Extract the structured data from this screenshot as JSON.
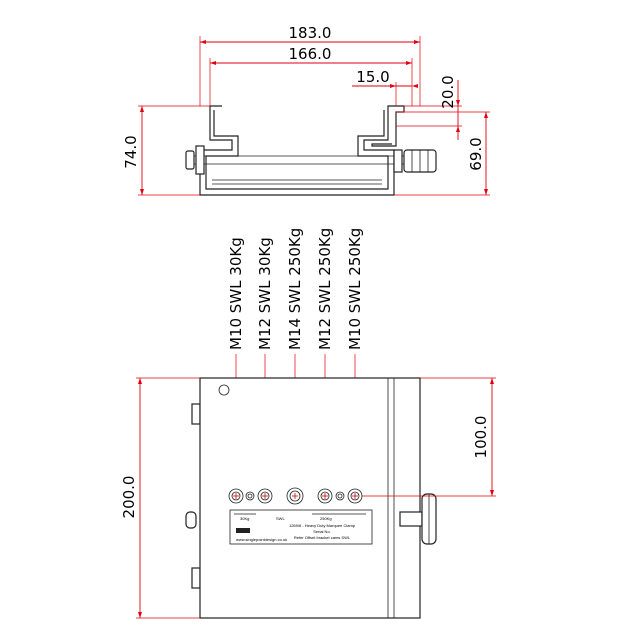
{
  "front_view": {
    "dim_overall_width": "183.0",
    "dim_inner_width": "166.0",
    "dim_lip": "15.0",
    "dim_lip_height": "20.0",
    "dim_total_height": "74.0",
    "dim_body_height": "69.0"
  },
  "top_view": {
    "dim_height": "200.0",
    "dim_hole_offset": "100.0"
  },
  "hole_labels": [
    "M10 SWL 30Kg",
    "M12 SWL 30Kg",
    "M14 SWL 250Kg",
    "M12 SWL 250Kg",
    "M10 SWL 250Kg"
  ],
  "plate": {
    "left_kg": "30Kg",
    "swl": "SWL",
    "right_kg": "250Kg",
    "product": "1269/6 - Heavy Duty Marquee Clamp",
    "serial": "Serial No.",
    "note": "Refer Offset bracket cams SWL",
    "website": "www.singlepointdesign.co.uk"
  },
  "colors": {
    "dimension": "#e0000f",
    "outline": "#222222"
  }
}
